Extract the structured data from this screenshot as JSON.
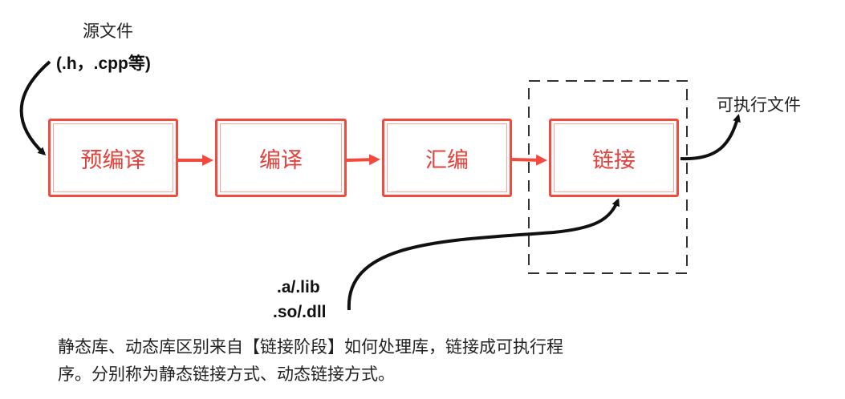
{
  "source": {
    "title": "源文件",
    "subtitle": "(.h，.cpp等)"
  },
  "stages": [
    {
      "label": "预编译"
    },
    {
      "label": "编译"
    },
    {
      "label": "汇编"
    },
    {
      "label": "链接"
    }
  ],
  "output": {
    "label": "可执行文件"
  },
  "libraries": {
    "line1": ".a/.lib",
    "line2": ".so/.dll"
  },
  "note": {
    "line1": "静态库、动态库区别来自【链接阶段】如何处理库，链接成可执行程",
    "line2": "序。分别称为静态链接方式、动态链接方式。"
  },
  "colors": {
    "stage": "#f24a3c",
    "arrow": "#111111"
  }
}
